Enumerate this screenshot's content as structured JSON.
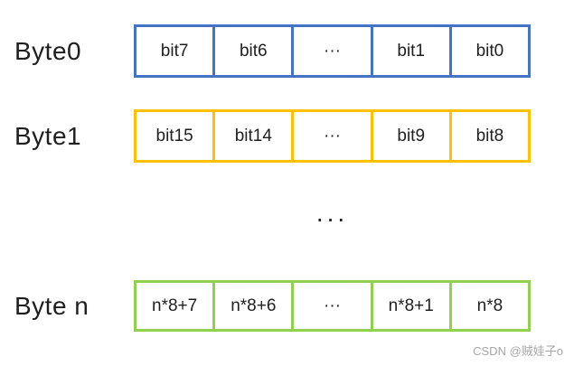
{
  "diagram": {
    "rows": [
      {
        "label": "Byte0",
        "border_color": "#4472C4",
        "cells": [
          "bit7",
          "bit6",
          "···",
          "bit1",
          "bit0"
        ]
      },
      {
        "label": "Byte1",
        "border_color": "#FFC000",
        "cells": [
          "bit15",
          "bit14",
          "···",
          "bit9",
          "bit8"
        ]
      },
      {
        "label": "Byte n",
        "border_color": "#92D050",
        "cells": [
          "n*8+7",
          "n*8+6",
          "···",
          "n*8+1",
          "n*8"
        ]
      }
    ],
    "mid_ellipsis": "...",
    "colors": {
      "byte0_border": "#4472C4",
      "byte1_border": "#FFC000",
      "byten_border": "#92D050",
      "text": "#1f1f1f",
      "watermark_text": "#a6a6a6",
      "background": "#ffffff"
    }
  },
  "watermark": "CSDN @贼娃子o"
}
